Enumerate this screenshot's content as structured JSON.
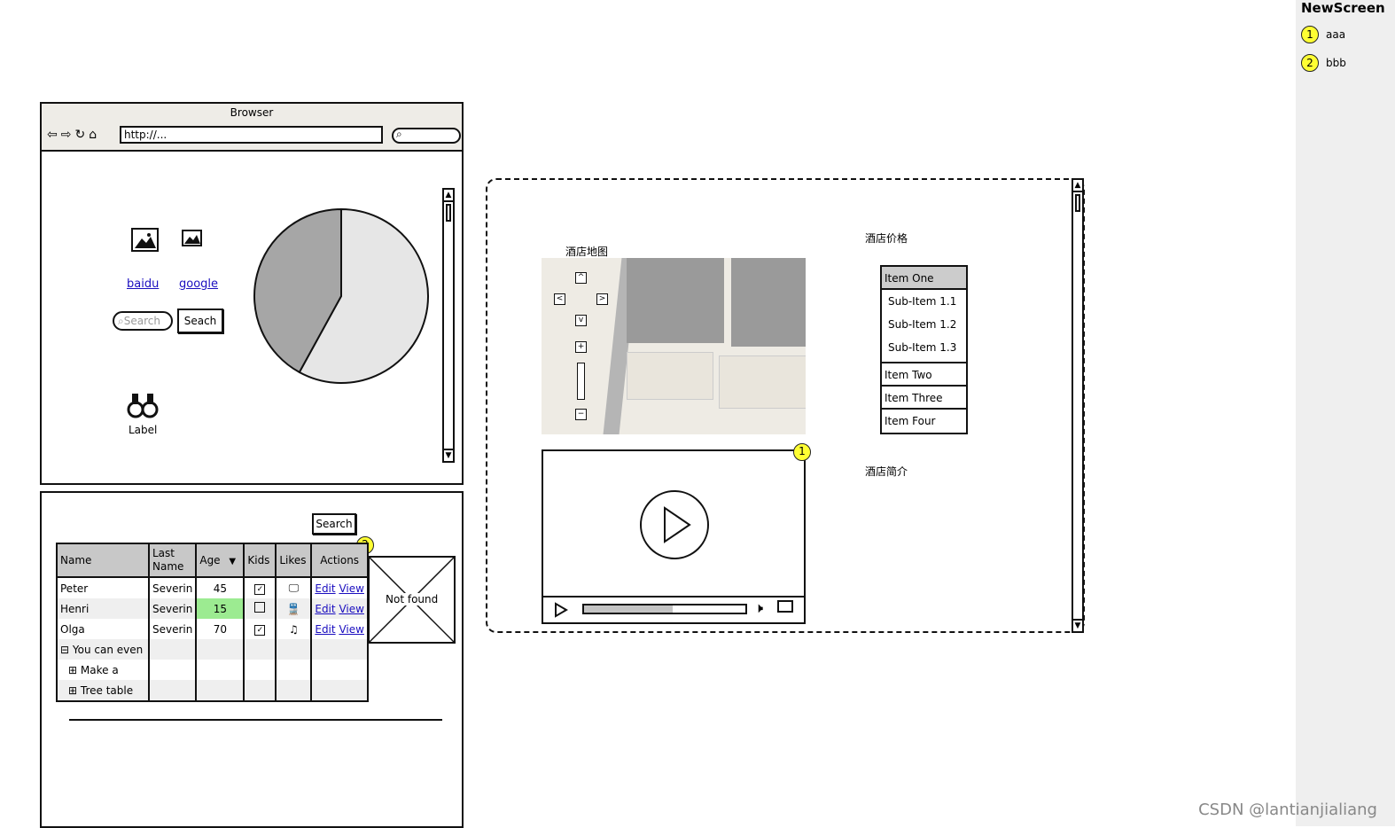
{
  "notes": {
    "title": "NewScreen",
    "items": [
      {
        "num": "1",
        "text": "aaa"
      },
      {
        "num": "2",
        "text": "bbb"
      }
    ]
  },
  "browser": {
    "title": "Browser",
    "url": "http://...",
    "links": [
      "baidu",
      "google"
    ],
    "search_placeholder": "Search",
    "search_button": "Seach",
    "icon_label": "Label",
    "pie_values": [
      58,
      42
    ]
  },
  "table_panel": {
    "search_button": "Search",
    "badge": "2",
    "columns": [
      "Name",
      "Last Name",
      "Age",
      "Kids",
      "Likes",
      "Actions"
    ],
    "rows": [
      {
        "name": "Peter",
        "last": "Severin",
        "age": "45",
        "kids": true,
        "likes": "tv-icon",
        "edit": "Edit",
        "view": "View"
      },
      {
        "name": "Henri",
        "last": "Severin",
        "age": "15",
        "kids": false,
        "likes": "train-icon",
        "edit": "Edit",
        "view": "View"
      },
      {
        "name": "Olga",
        "last": "Severin",
        "age": "70",
        "kids": true,
        "likes": "music-icon",
        "edit": "Edit",
        "view": "View"
      }
    ],
    "tree": [
      {
        "sym": "⊟",
        "text": "You can even"
      },
      {
        "sym": "⊞",
        "text": "Make a"
      },
      {
        "sym": "⊞",
        "text": "Tree table"
      }
    ],
    "image_placeholder": "Not found"
  },
  "frame": {
    "map_label": "酒店地图",
    "price_label": "酒店价格",
    "intro_label": "酒店简介",
    "badge": "1",
    "menu": [
      "Item One",
      "Sub-Item 1.1",
      "Sub-Item 1.2",
      "Sub-Item 1.3",
      "Item Two",
      "Item Three",
      "Item Four"
    ],
    "video_progress": 0.55
  },
  "watermark": "CSDN @lantianjialiang"
}
